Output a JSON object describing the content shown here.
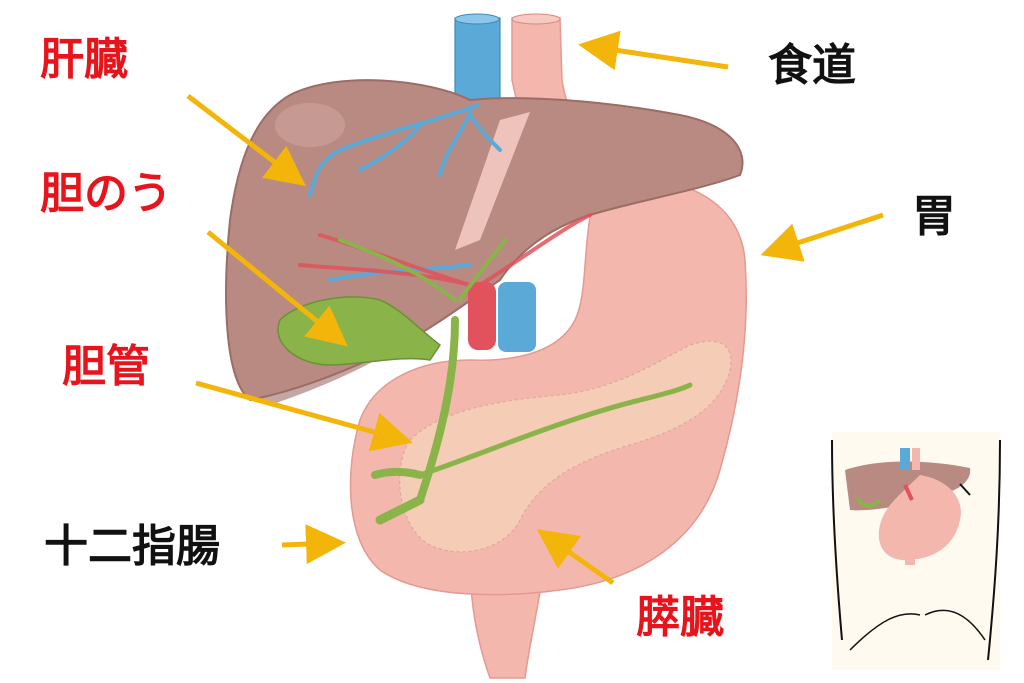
{
  "colors": {
    "organ_label": "#e8141c",
    "other_label": "#111111",
    "arrow": "#f4b50a",
    "liver": "#b88a82",
    "liver_dark": "#9c6d66",
    "stomach": "#f3b7ae",
    "pancreas": "#f6cfb6",
    "bile": "#8ab34a",
    "vein": "#5aa9d6",
    "artery": "#e1525c"
  },
  "labels": {
    "liver": "肝臓",
    "gallbladder": "胆のう",
    "bile_duct": "胆管",
    "duodenum": "十二指腸",
    "esophagus": "食道",
    "stomach": "胃",
    "pancreas": "膵臓"
  },
  "inset": {
    "icon": "torso-position-icon"
  }
}
